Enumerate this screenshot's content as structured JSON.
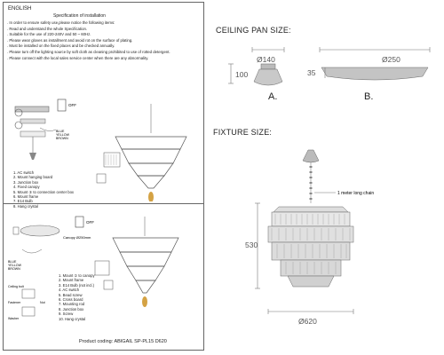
{
  "left_panel": {
    "language": "ENGLISH",
    "spec_title": "Specification of installation",
    "spec_lines": [
      ". In order to ensure safety use,please notice the following items:",
      ". Read and understand the whole Specification.",
      ". Suitable for the use of 220-240V and 50 ~ 60Hz.",
      ". Please wear gloves as installment and avoid rot on the surface of plating.",
      ". Must be installed on the fixed places and be checked annually.",
      ". Please turn off the lighting source by soft cloth as cleaning prohibited to use of rotted detergent.",
      ". Please connect with the local sales service center when there are any abnormality."
    ],
    "top_legend": [
      "1. AC switch",
      "2. Mount hanging board",
      "3. Junction box",
      "4. Fixed canopy",
      "5. Mount ③ to connection center box",
      "6. Mount frame",
      "7. E14 Bulb",
      "8. Hang crystal"
    ],
    "bottom_legend": [
      "1. Mount ① to canopy",
      "2. Mount frame",
      "3. E14 Bulb (not incl.)",
      "4. AC switch",
      "5. Bead screw",
      "6. Cross board",
      "7. Mounting rod",
      "8. Junction box",
      "9. Screw",
      "10. Hang crystal"
    ],
    "off_label": "OFF",
    "canopy_label": "Canopy Ø250mm",
    "wire_labels": [
      "BLUE",
      "YELLOW",
      "BROWN"
    ],
    "small_labels": [
      "Ceiling bolt",
      "Fastener",
      "Nut",
      "Washer"
    ],
    "product_coding": "Product coding:  ABIGAIL SP-PL15 D620"
  },
  "ceiling_pan": {
    "title": "CEILING PAN SIZE:",
    "dim_top_a": "Ø140",
    "dim_height_a": "100",
    "dim_top_b": "Ø250",
    "dim_height_b": "35",
    "label_a": "A.",
    "label_b": "B."
  },
  "fixture": {
    "title": "FIXTURE SIZE:",
    "chain_label": "1 meter long chain",
    "dim_height": "530",
    "dim_width": "Ø620"
  }
}
